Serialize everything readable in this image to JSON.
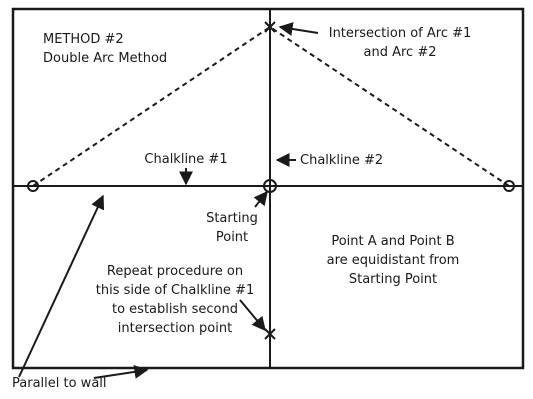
{
  "title": {
    "line1": "METHOD #2",
    "line2": "Double Arc Method"
  },
  "labels": {
    "intersection_line1": "Intersection of Arc #1",
    "intersection_line2": "and Arc #2",
    "chalkline1": "Chalkline #1",
    "chalkline2": "Chalkline #2",
    "starting_line1": "Starting",
    "starting_line2": "Point",
    "equidistant_line1": "Point A and Point B",
    "equidistant_line2": "are equidistant from",
    "equidistant_line3": "Starting Point",
    "repeat_line1": "Repeat procedure on",
    "repeat_line2": "this side of Chalkline #1",
    "repeat_line3": "to establish second",
    "repeat_line4": "intersection point",
    "parallel": "Parallel to wall"
  }
}
